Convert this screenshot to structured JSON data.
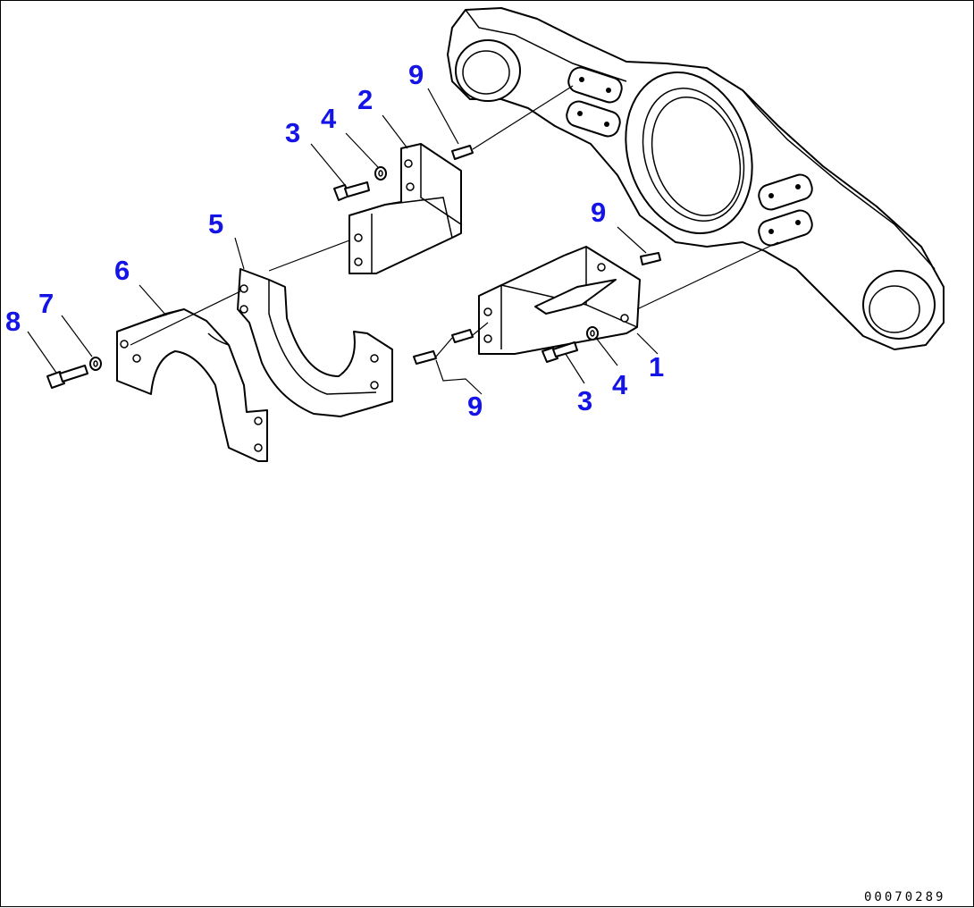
{
  "diagram": {
    "callouts": {
      "c1": "1",
      "c2": "2",
      "c3_upper": "3",
      "c3_lower": "3",
      "c4_upper": "4",
      "c4_lower": "4",
      "c5": "5",
      "c6": "6",
      "c7": "7",
      "c8": "8",
      "c9_upper": "9",
      "c9_right": "9",
      "c9_lower": "9"
    },
    "document_number": "00070289",
    "callout_color": "#1414e6"
  }
}
